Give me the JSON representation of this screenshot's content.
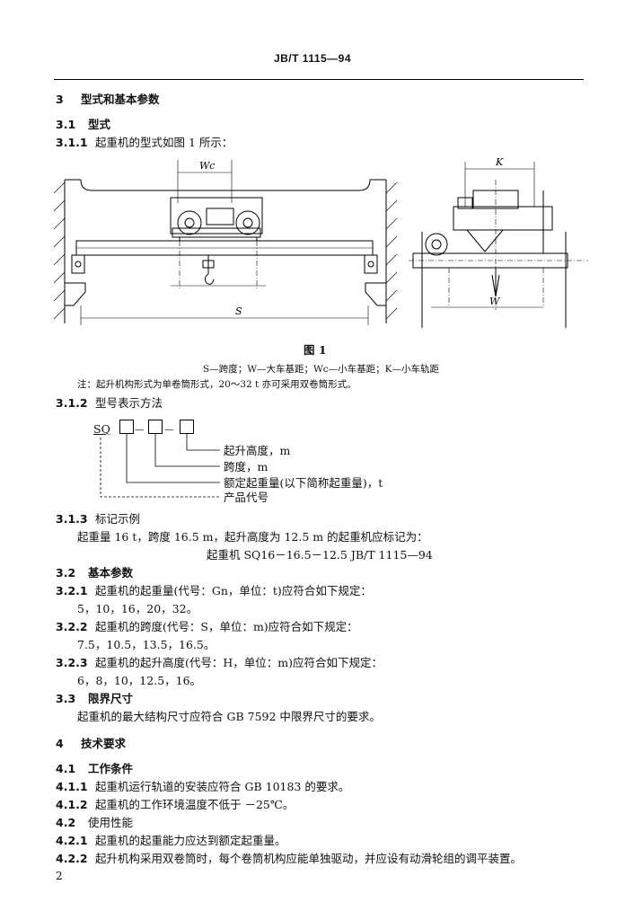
{
  "header": {
    "std": "JB/T 1115—94"
  },
  "sec3": {
    "num": "3",
    "title": "型式和基本参数"
  },
  "s31": {
    "num": "3.1",
    "title": "型式"
  },
  "s311": {
    "num": "3.1.1",
    "text": "起重机的型式如图 1 所示："
  },
  "figure": {
    "label_wc": "Wc",
    "label_k": "K",
    "label_s": "S",
    "label_w": "W",
    "caption": "图 1",
    "legend": "S—跨度；W—大车基距；Wc—小车基距；K—小车轨距",
    "note": "注：起升机构形式为单卷筒形式，20～32 t 亦可采用双卷筒形式。"
  },
  "s312": {
    "num": "3.1.2",
    "title": "型号表示方法"
  },
  "model": {
    "code": "SQ",
    "dash1": "—",
    "dash2": "—",
    "l1": "起升高度，m",
    "l2": "跨度，m",
    "l3": "额定起重量(以下简称起重量)，t",
    "l4": "产品代号"
  },
  "s313": {
    "num": "3.1.3",
    "title": "标记示例",
    "line1": "起重量 16 t，跨度 16.5 m，起升高度为 12.5 m 的起重机应标记为：",
    "line2": "起重机 SQ16－16.5－12.5   JB/T 1115—94"
  },
  "s32": {
    "num": "3.2",
    "title": "基本参数"
  },
  "s321": {
    "num": "3.2.1",
    "text": "起重机的起重量(代号：Gn，单位：t)应符合如下规定：",
    "values": "5，10，16，20，32。"
  },
  "s322": {
    "num": "3.2.2",
    "text": "起重机的跨度(代号：S，单位：m)应符合如下规定：",
    "values": "7.5，10.5，13.5，16.5。"
  },
  "s323": {
    "num": "3.2.3",
    "text": "起重机的起升高度(代号：H，单位：m)应符合如下规定：",
    "values": "6，8，10，12.5，16。"
  },
  "s33": {
    "num": "3.3",
    "title": "限界尺寸",
    "text": "起重机的最大结构尺寸应符合 GB 7592 中限界尺寸的要求。"
  },
  "sec4": {
    "num": "4",
    "title": "技术要求"
  },
  "s41": {
    "num": "4.1",
    "title": "工作条件"
  },
  "s411": {
    "num": "4.1.1",
    "text": "起重机运行轨道的安装应符合 GB 10183 的要求。"
  },
  "s412": {
    "num": "4.1.2",
    "text": "起重机的工作环境温度不低于 －25℃。"
  },
  "s42": {
    "num": "4.2",
    "title": "使用性能"
  },
  "s421": {
    "num": "4.2.1",
    "text": "起重机的起重能力应达到额定起重量。"
  },
  "s422": {
    "num": "4.2.2",
    "text": "起升机构采用双卷筒时，每个卷筒机构应能单独驱动，并应设有动滑轮组的调平装置。"
  },
  "footer": {
    "page": "2"
  }
}
